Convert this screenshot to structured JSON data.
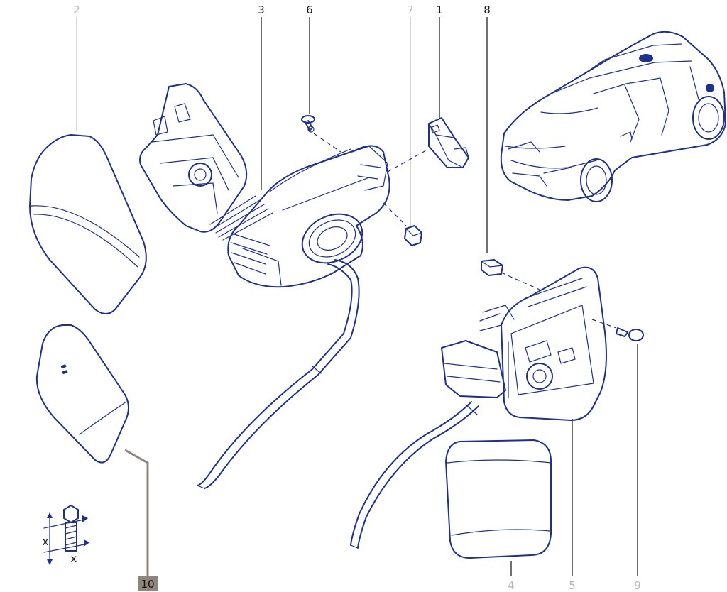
{
  "callouts": [
    {
      "id": "c1",
      "label": "1",
      "tone": "dark"
    },
    {
      "id": "c2",
      "label": "2",
      "tone": "light"
    },
    {
      "id": "c3",
      "label": "3",
      "tone": "dark"
    },
    {
      "id": "c4",
      "label": "4",
      "tone": "light"
    },
    {
      "id": "c5",
      "label": "5",
      "tone": "light"
    },
    {
      "id": "c6",
      "label": "6",
      "tone": "dark"
    },
    {
      "id": "c7",
      "label": "7",
      "tone": "light"
    },
    {
      "id": "c8",
      "label": "8",
      "tone": "dark"
    },
    {
      "id": "c9",
      "label": "9",
      "tone": "light"
    },
    {
      "id": "c10",
      "label": "10",
      "tone": "tag"
    }
  ],
  "torque_legend": {
    "symbol_x_upper": "x",
    "symbol_x_lower": "x"
  },
  "colors": {
    "ink": "#1e2f8c",
    "callout_dark": "#1c1c1c",
    "callout_light": "#b8b8b8",
    "tag_bg": "#8f857c"
  }
}
